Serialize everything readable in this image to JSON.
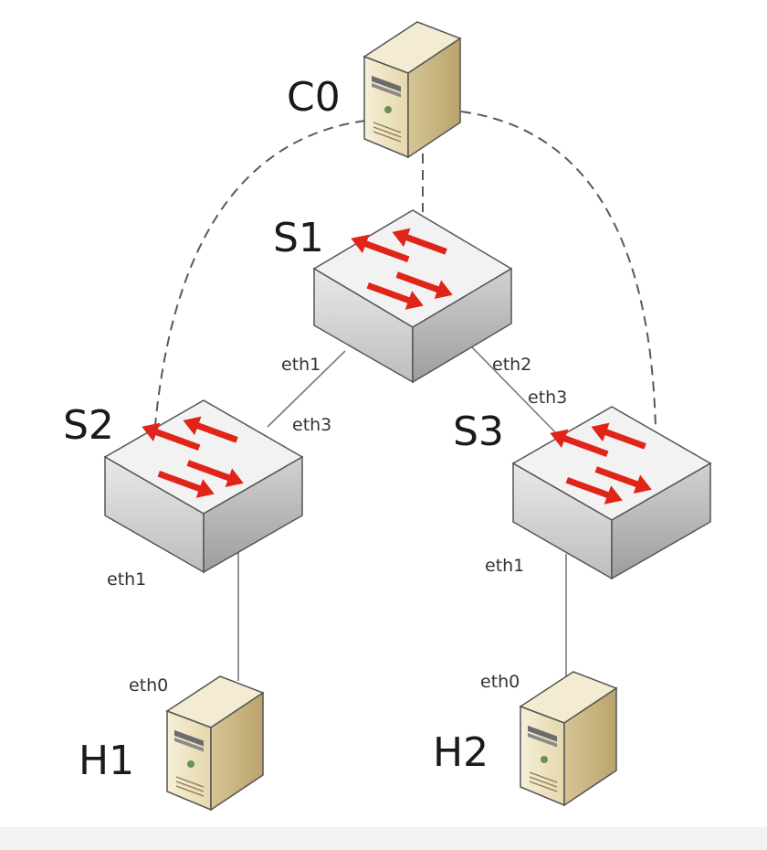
{
  "nodes": {
    "c0": {
      "label": "C0",
      "kind": "controller-server-icon"
    },
    "s1": {
      "label": "S1",
      "kind": "switch-icon"
    },
    "s2": {
      "label": "S2",
      "kind": "switch-icon"
    },
    "s3": {
      "label": "S3",
      "kind": "switch-icon"
    },
    "h1": {
      "label": "H1",
      "kind": "host-server-icon"
    },
    "h2": {
      "label": "H2",
      "kind": "host-server-icon"
    }
  },
  "ports": {
    "s1_to_s2": "eth1",
    "s2_to_s1": "eth3",
    "s1_to_s3": "eth2",
    "s3_to_s1": "eth3",
    "s2_to_h1": "eth1",
    "h1_to_s2": "eth0",
    "s3_to_h2": "eth1",
    "h2_to_s3": "eth0"
  },
  "colors": {
    "arrow": "#e02418",
    "switch_top": "#f2f2f2",
    "server_front": "#eee3c2",
    "server_side": "#cbb98a"
  }
}
